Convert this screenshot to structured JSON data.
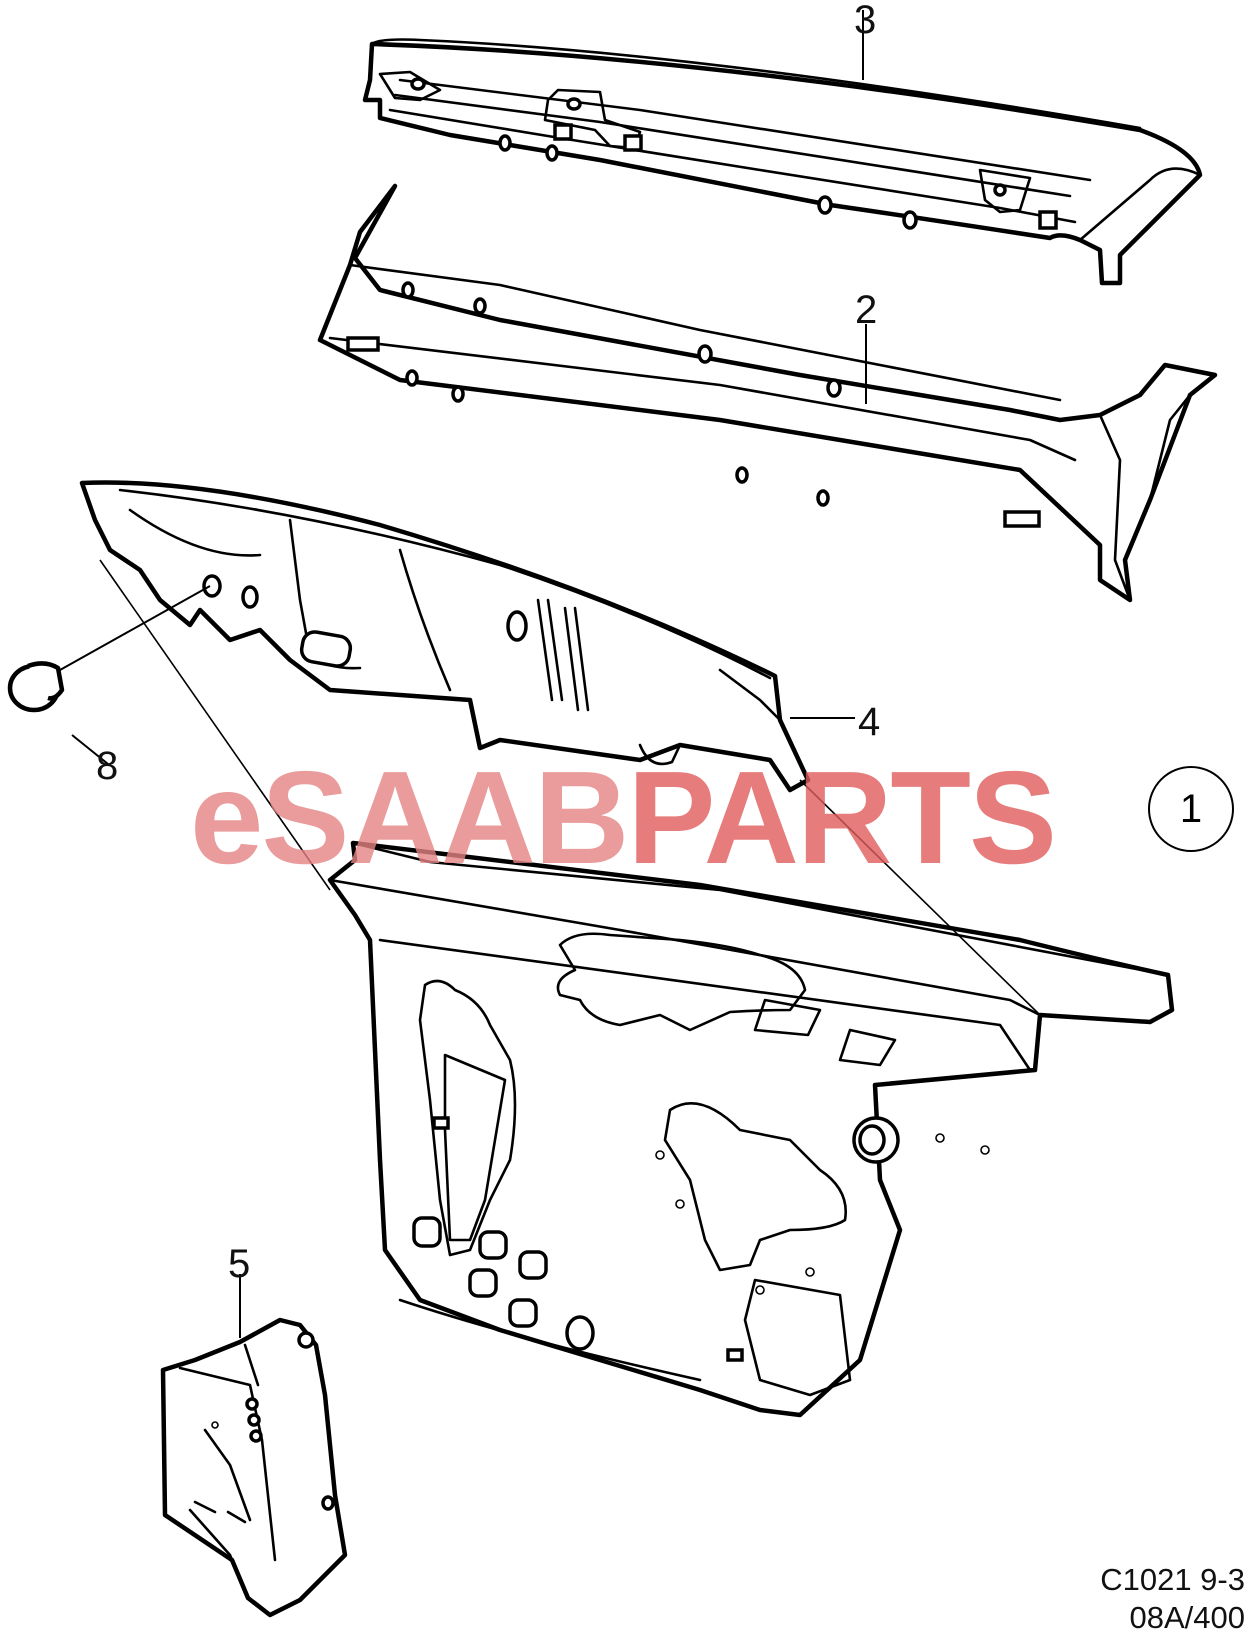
{
  "callouts": {
    "c1": "1",
    "c2": "2",
    "c3": "3",
    "c4": "4",
    "c5": "5",
    "c8": "8"
  },
  "watermark": {
    "part_a": "eSAAB",
    "part_b": "PARTS"
  },
  "reference": {
    "line1": "C1021 9-3",
    "line2": "08A/400"
  }
}
